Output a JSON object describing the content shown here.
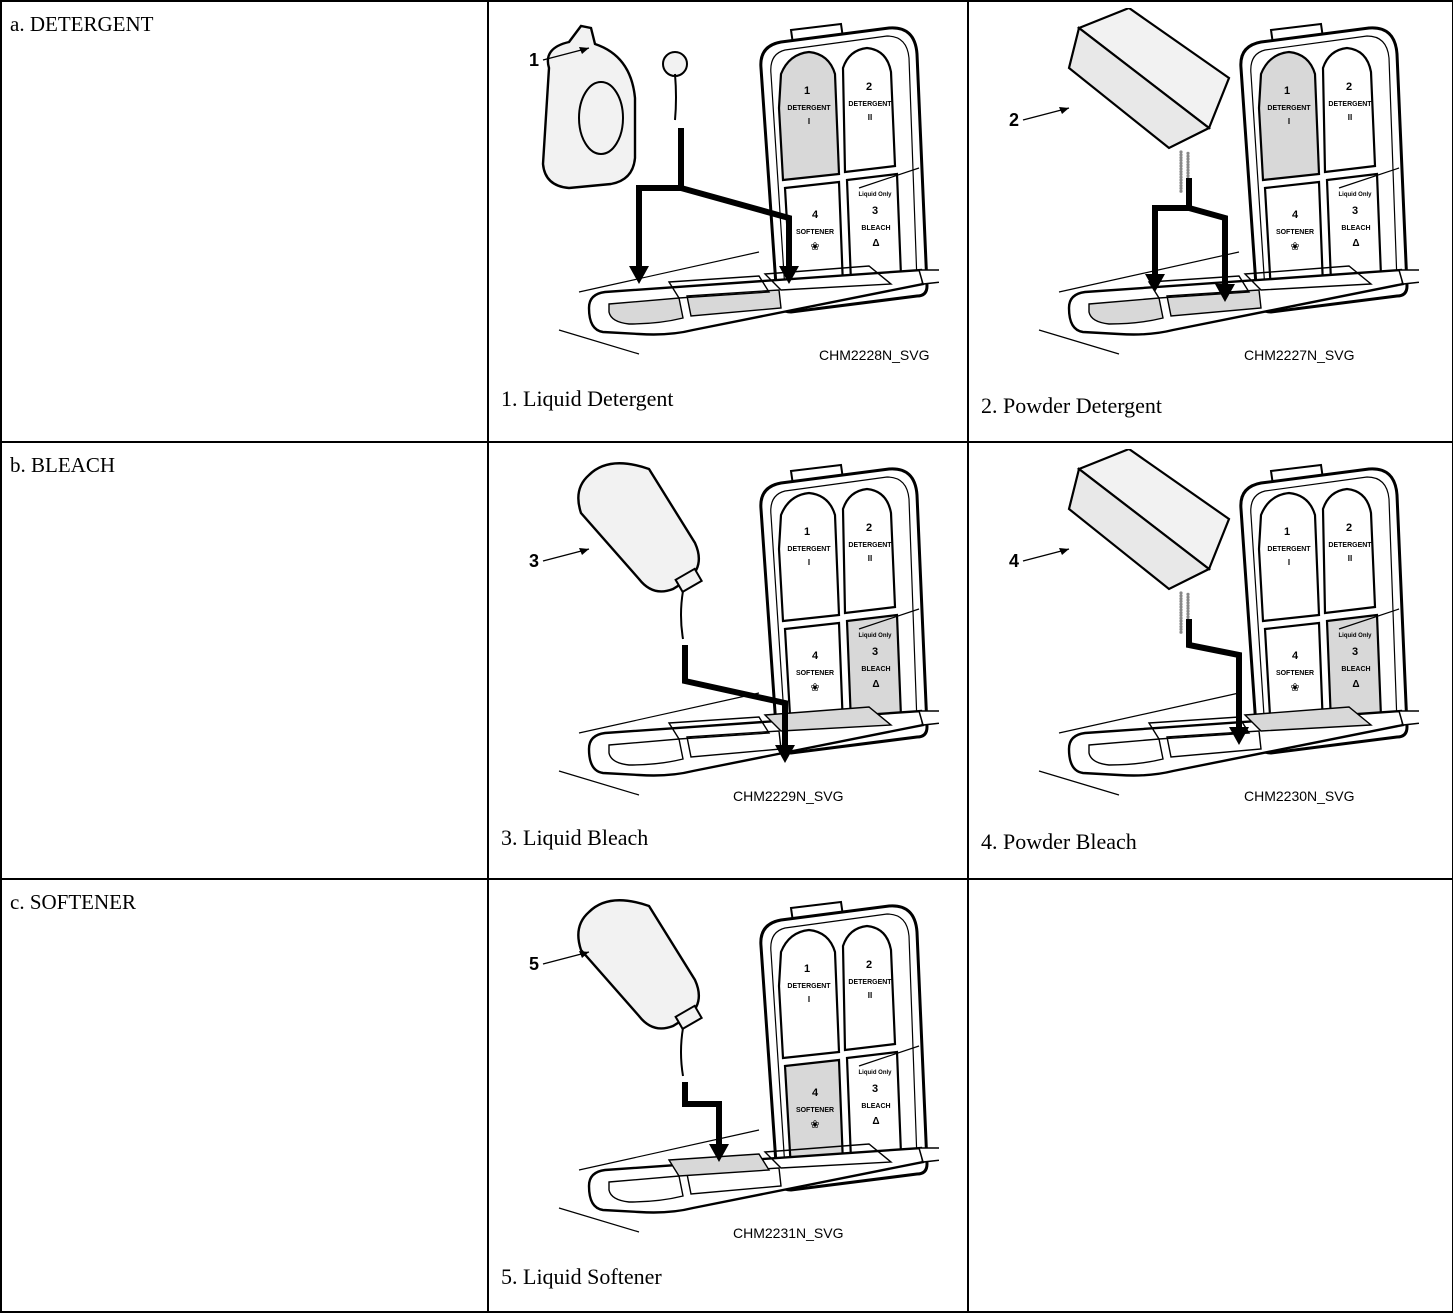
{
  "rows": [
    {
      "section": "a. DETERGENT",
      "figures": [
        {
          "number": "1",
          "code": "CHM2228N_SVG",
          "caption": "1. Liquid Detergent",
          "product": "liquid-detergent-bottle",
          "target": "compartments 1 and 2"
        },
        {
          "number": "2",
          "code": "CHM2227N_SVG",
          "caption": "2. Powder Detergent",
          "product": "powder-detergent-box",
          "target": "compartments 1 and 2"
        }
      ]
    },
    {
      "section": "b. BLEACH",
      "figures": [
        {
          "number": "3",
          "code": "CHM2229N_SVG",
          "caption": "3. Liquid Bleach",
          "product": "liquid-bleach-bottle",
          "target": "compartment 3"
        },
        {
          "number": "4",
          "code": "CHM2230N_SVG",
          "caption": "4. Powder Bleach",
          "product": "powder-bleach-box",
          "target": "compartment 3"
        }
      ]
    },
    {
      "section": "c. SOFTENER",
      "figures": [
        {
          "number": "5",
          "code": "CHM2231N_SVG",
          "caption": "5. Liquid Softener",
          "product": "liquid-softener-bottle",
          "target": "compartment 4"
        }
      ]
    }
  ],
  "lid": {
    "c1_num": "1",
    "c1_text": "DETERGENT",
    "c1_icon": "I",
    "c2_num": "2",
    "c2_text": "DETERGENT",
    "c2_icon": "II",
    "c3_top": "Liquid Only",
    "c3_num": "3",
    "c3_text": "BLEACH",
    "c3_icon": "Δ",
    "c4_num": "4",
    "c4_text": "SOFTENER",
    "c4_icon": "❀"
  },
  "colors": {
    "line": "#000000",
    "highlight": "#d8d8d8",
    "fill": "#f2f2f2",
    "page": "#ffffff"
  }
}
